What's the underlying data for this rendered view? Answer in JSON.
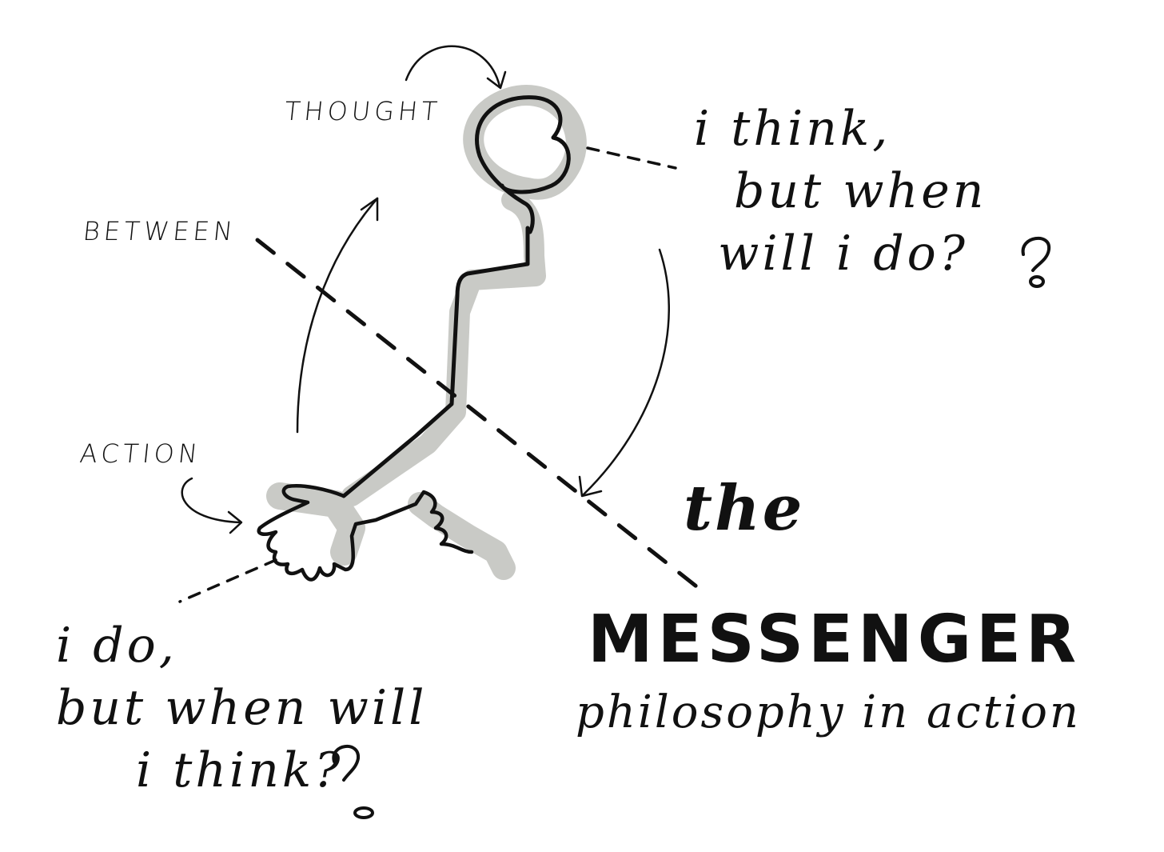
{
  "labels": {
    "thought": "THOUGHT",
    "between": "BETWEEN",
    "action": "ACTION"
  },
  "quotes": {
    "think": [
      "i think,",
      "but when",
      "will i do?"
    ],
    "do": [
      "i do,",
      "but when will",
      "i think?"
    ]
  },
  "title": {
    "article": "the",
    "main": "MESSENGER",
    "subtitle": "philosophy in action"
  },
  "colors": {
    "ink": "#111111",
    "shadow": "#c9cac6",
    "paper": "#ffffff"
  }
}
